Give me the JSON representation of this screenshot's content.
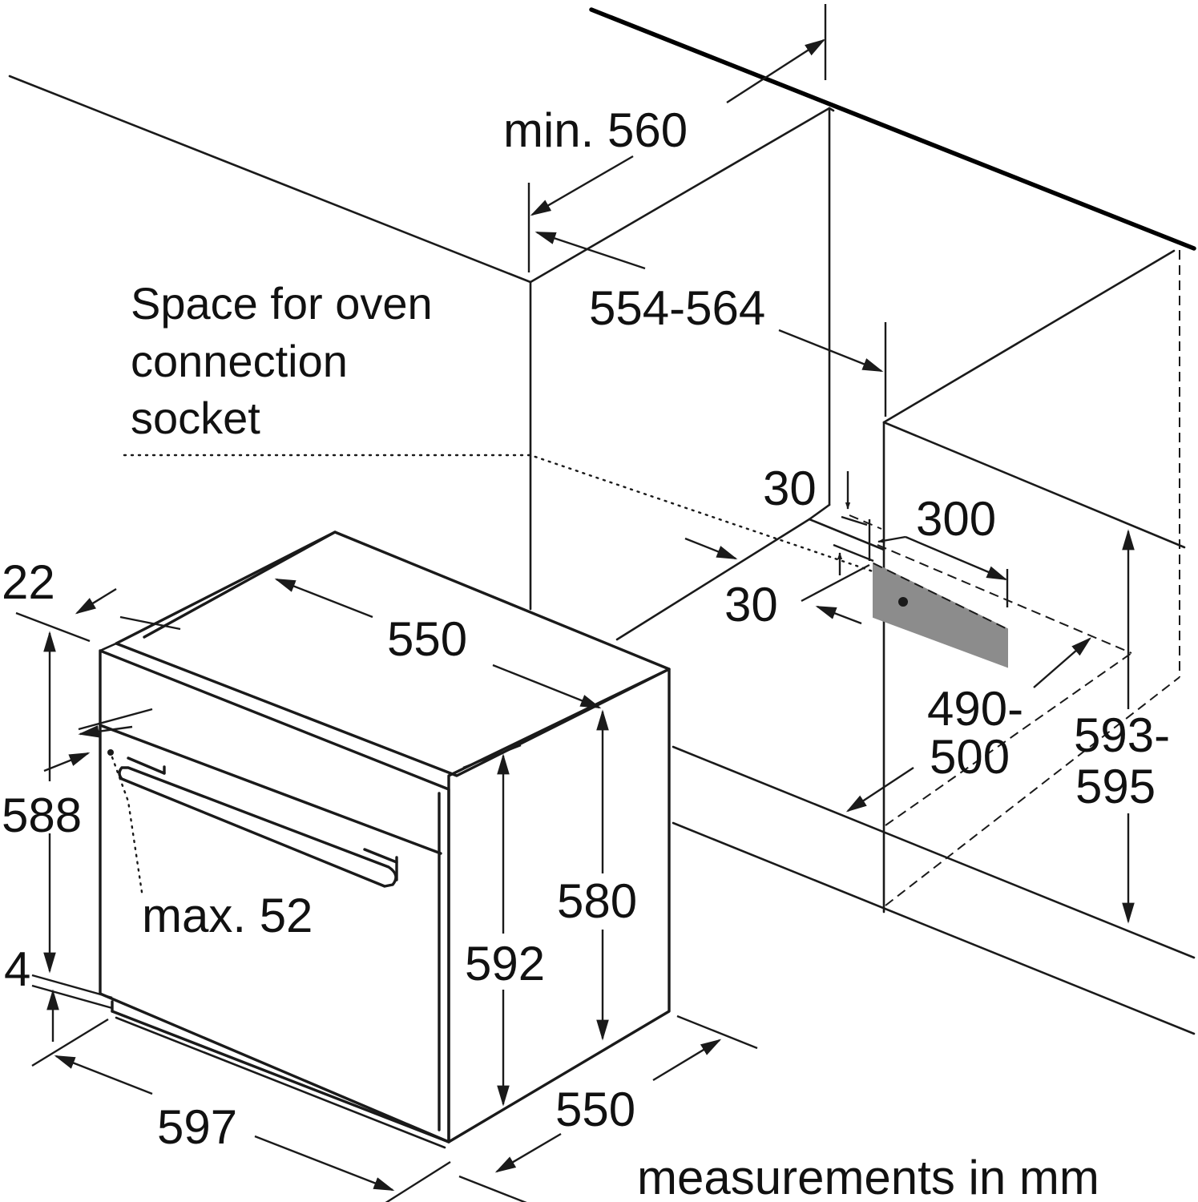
{
  "colors": {
    "line": "#1a1a1a",
    "socket_fill": "#8c8c8c",
    "background": "#ffffff"
  },
  "labels": {
    "min_560": "min. 560",
    "d_554_564": "554-564",
    "socket_note": [
      "Space for oven",
      "connection",
      "socket"
    ],
    "d_30_top": "30",
    "d_300": "300",
    "d_30_side": "30",
    "d_22": "22",
    "d_550_top": "550",
    "d_490_500": [
      "490-",
      "500"
    ],
    "d_593_595": [
      "593-",
      "595"
    ],
    "d_588": "588",
    "max_52": "max. 52",
    "d_580": "580",
    "d_592": "592",
    "d_4": "4",
    "d_550_side": "550",
    "d_597": "597",
    "units_note": "measurements in mm"
  }
}
